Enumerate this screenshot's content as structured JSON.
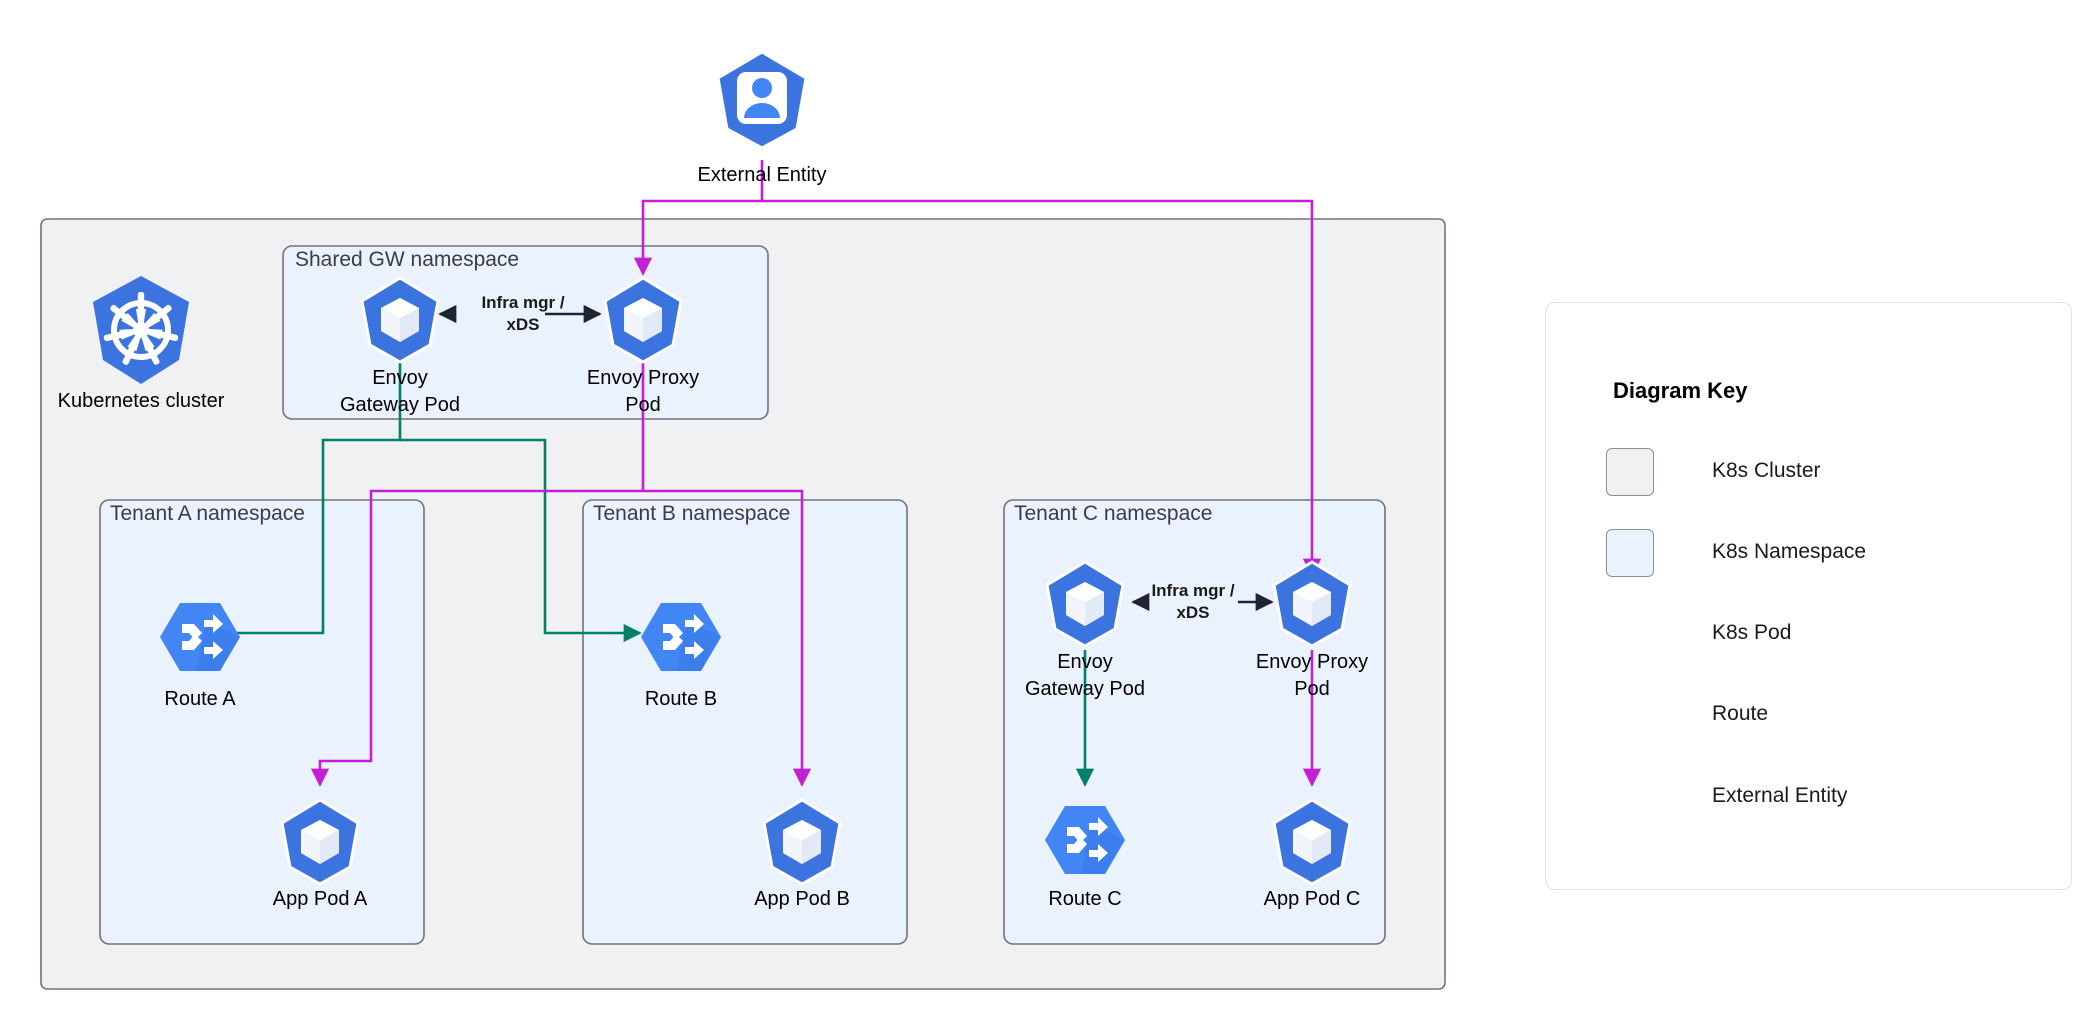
{
  "diagram": {
    "title": "Envoy Gateway multi-tenant Kubernetes topology",
    "colors": {
      "cluster_fill": "#f0f1f3",
      "cluster_stroke": "#70737a",
      "namespace_fill": "#eaf2fd",
      "namespace_stroke": "#70737a",
      "pod_blue": "#3b73df",
      "route_blue": "#4285f4",
      "edge_green": "#00806b",
      "edge_magenta": "#c41fd6",
      "edge_black": "#1f2430",
      "panel_border": "#e2e3e6"
    }
  },
  "external": {
    "label": "External Entity",
    "icon": "external-entity-icon"
  },
  "cluster": {
    "label": "Kubernetes cluster",
    "icon": "kubernetes-helm-icon"
  },
  "namespaces": [
    {
      "id": "shared-gw",
      "title": "Shared GW namespace"
    },
    {
      "id": "tenant-a",
      "title": "Tenant A namespace"
    },
    {
      "id": "tenant-b",
      "title": "Tenant B namespace"
    },
    {
      "id": "tenant-c",
      "title": "Tenant C namespace"
    }
  ],
  "nodes": {
    "shared_gateway_pod": {
      "label": "Envoy\nGateway Pod",
      "icon": "k8s-pod-icon"
    },
    "shared_proxy_pod": {
      "label": "Envoy Proxy\nPod",
      "icon": "k8s-pod-icon"
    },
    "route_a": {
      "label": "Route A",
      "icon": "route-icon"
    },
    "app_pod_a": {
      "label": "App Pod A",
      "icon": "k8s-pod-icon"
    },
    "route_b": {
      "label": "Route B",
      "icon": "route-icon"
    },
    "app_pod_b": {
      "label": "App Pod B",
      "icon": "k8s-pod-icon"
    },
    "tenant_c_gateway_pod": {
      "label": "Envoy\nGateway Pod",
      "icon": "k8s-pod-icon"
    },
    "tenant_c_proxy_pod": {
      "label": "Envoy Proxy\nPod",
      "icon": "k8s-pod-icon"
    },
    "route_c": {
      "label": "Route C",
      "icon": "route-icon"
    },
    "app_pod_c": {
      "label": "App Pod C",
      "icon": "k8s-pod-icon"
    }
  },
  "edge_labels": {
    "shared_infra": "Infra mgr /\nxDS",
    "tenant_c_infra": "Infra mgr /\nxDS"
  },
  "legend": {
    "title": "Diagram Key",
    "items": [
      {
        "label": "K8s Cluster",
        "icon": "cluster-swatch"
      },
      {
        "label": "K8s Namespace",
        "icon": "namespace-swatch"
      },
      {
        "label": "K8s Pod",
        "icon": "k8s-pod-icon"
      },
      {
        "label": "Route",
        "icon": "route-icon"
      },
      {
        "label": "External Entity",
        "icon": "external-entity-icon"
      }
    ]
  }
}
